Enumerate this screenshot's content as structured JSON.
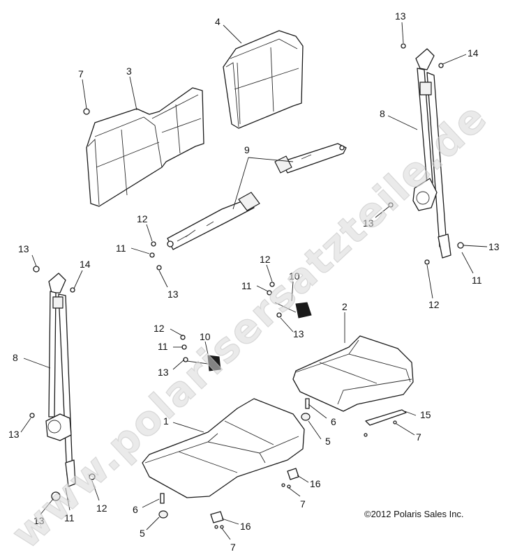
{
  "diagram": {
    "copyright": "©2012 Polaris Sales Inc.",
    "watermark": "www.polarisersatzteile.de",
    "callouts": [
      {
        "id": "c-4",
        "text": "4"
      },
      {
        "id": "c-13-tr",
        "text": "13"
      },
      {
        "id": "c-7-tl",
        "text": "7"
      },
      {
        "id": "c-3",
        "text": "3"
      },
      {
        "id": "c-14-tr",
        "text": "14"
      },
      {
        "id": "c-8-r",
        "text": "8"
      },
      {
        "id": "c-9",
        "text": "9"
      },
      {
        "id": "c-12-a",
        "text": "12"
      },
      {
        "id": "c-13-mr",
        "text": "13"
      },
      {
        "id": "c-13-l",
        "text": "13"
      },
      {
        "id": "c-11-a",
        "text": "11"
      },
      {
        "id": "c-14-l",
        "text": "14"
      },
      {
        "id": "c-12-b",
        "text": "12"
      },
      {
        "id": "c-13-b",
        "text": "13"
      },
      {
        "id": "c-13-r2",
        "text": "13"
      },
      {
        "id": "c-10-a",
        "text": "10"
      },
      {
        "id": "c-11-b",
        "text": "11"
      },
      {
        "id": "c-11-r",
        "text": "11"
      },
      {
        "id": "c-12-r",
        "text": "12"
      },
      {
        "id": "c-13-c",
        "text": "13"
      },
      {
        "id": "c-2",
        "text": "2"
      },
      {
        "id": "c-12-c",
        "text": "12"
      },
      {
        "id": "c-10-b",
        "text": "10"
      },
      {
        "id": "c-11-c",
        "text": "11"
      },
      {
        "id": "c-8-l",
        "text": "8"
      },
      {
        "id": "c-13-d",
        "text": "13"
      },
      {
        "id": "c-6-a",
        "text": "6"
      },
      {
        "id": "c-15",
        "text": "15"
      },
      {
        "id": "c-1",
        "text": "1"
      },
      {
        "id": "c-13-ll",
        "text": "13"
      },
      {
        "id": "c-5-a",
        "text": "5"
      },
      {
        "id": "c-7-a",
        "text": "7"
      },
      {
        "id": "c-16-a",
        "text": "16"
      },
      {
        "id": "c-12-d",
        "text": "12"
      },
      {
        "id": "c-13-e",
        "text": "13"
      },
      {
        "id": "c-11-d",
        "text": "11"
      },
      {
        "id": "c-7-b",
        "text": "7"
      },
      {
        "id": "c-6-b",
        "text": "6"
      },
      {
        "id": "c-16-b",
        "text": "16"
      },
      {
        "id": "c-5-b",
        "text": "5"
      },
      {
        "id": "c-7-c",
        "text": "7"
      }
    ]
  }
}
